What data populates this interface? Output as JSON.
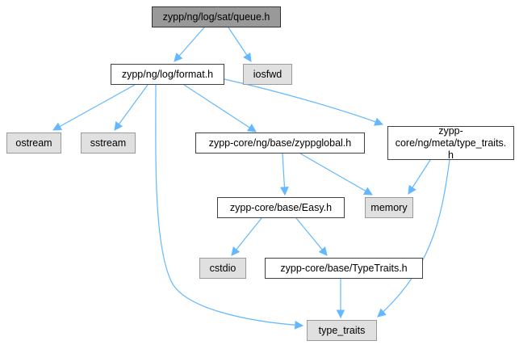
{
  "diagram": {
    "kind": "include-dependency-graph",
    "root": "zypp/ng/log/sat/queue.h"
  },
  "colors": {
    "edge": "#63b8ff",
    "current_node_fill": "#999999",
    "internal_node_fill": "#ffffff",
    "system_node_fill": "#e0e0e0",
    "internal_node_border": "#404040",
    "system_node_border": "#9a9a9a",
    "text": "#000000"
  },
  "nodes": {
    "queue": {
      "label": "zypp/ng/log/sat/queue.h"
    },
    "format": {
      "label": "zypp/ng/log/format.h"
    },
    "iosfwd": {
      "label": "iosfwd"
    },
    "ostream": {
      "label": "ostream"
    },
    "sstream": {
      "label": "sstream"
    },
    "zyppglobal": {
      "label": "zypp-core/ng/base/zyppglobal.h"
    },
    "meta_type_traits": {
      "label": "zypp-core/ng/meta/type_traits.h"
    },
    "easy": {
      "label": "zypp-core/base/Easy.h"
    },
    "memory": {
      "label": "memory"
    },
    "cstdio": {
      "label": "cstdio"
    },
    "typetraits": {
      "label": "zypp-core/base/TypeTraits.h"
    },
    "type_traits": {
      "label": "type_traits"
    }
  },
  "edges": [
    {
      "from": "queue",
      "to": "format"
    },
    {
      "from": "queue",
      "to": "iosfwd"
    },
    {
      "from": "format",
      "to": "ostream"
    },
    {
      "from": "format",
      "to": "sstream"
    },
    {
      "from": "format",
      "to": "type_traits"
    },
    {
      "from": "format",
      "to": "zyppglobal"
    },
    {
      "from": "format",
      "to": "meta_type_traits"
    },
    {
      "from": "zyppglobal",
      "to": "easy"
    },
    {
      "from": "zyppglobal",
      "to": "memory"
    },
    {
      "from": "meta_type_traits",
      "to": "memory"
    },
    {
      "from": "meta_type_traits",
      "to": "type_traits"
    },
    {
      "from": "easy",
      "to": "cstdio"
    },
    {
      "from": "easy",
      "to": "typetraits"
    },
    {
      "from": "typetraits",
      "to": "type_traits"
    }
  ]
}
